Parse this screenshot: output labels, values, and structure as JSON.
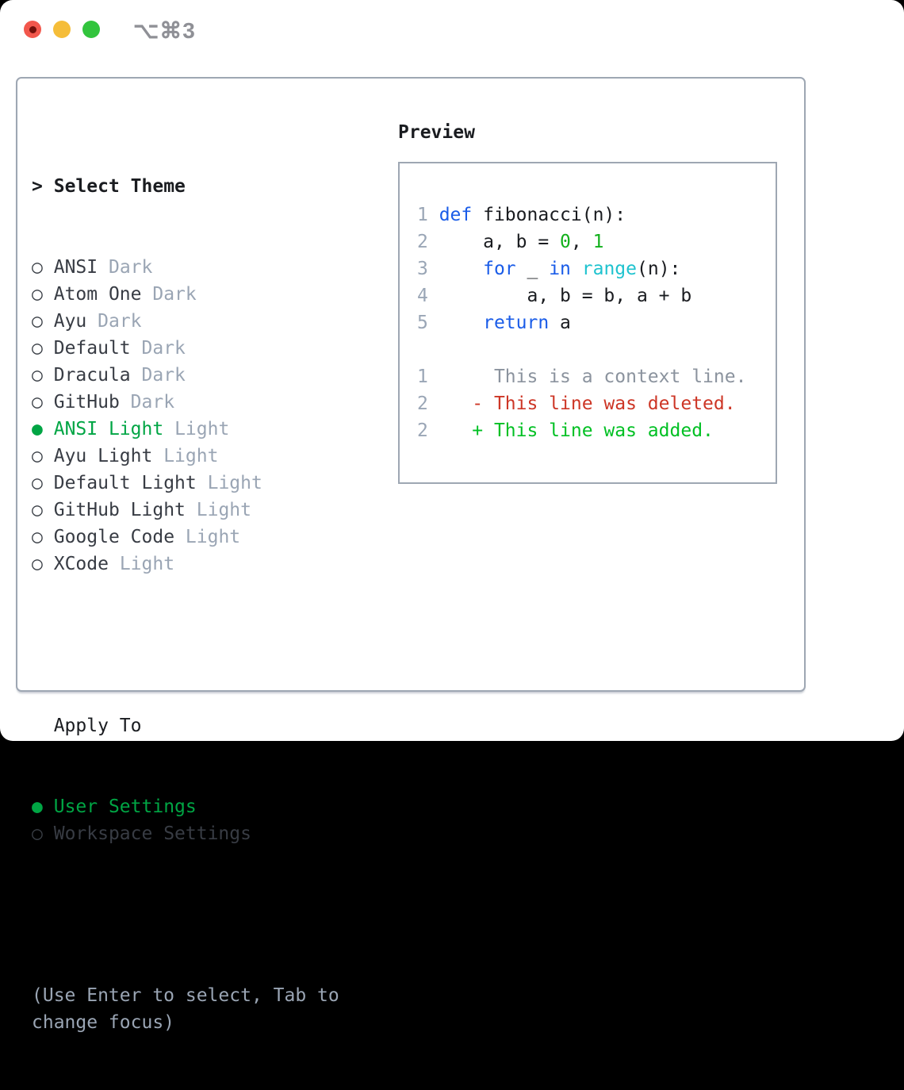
{
  "window": {
    "title": "⌥⌘3"
  },
  "titlebar": {
    "buttons": [
      {
        "name": "close",
        "color": "#f2574c",
        "has_unsaved_dot": true
      },
      {
        "name": "minimize",
        "color": "#f5bd39",
        "has_unsaved_dot": false
      },
      {
        "name": "zoom",
        "color": "#32c43d",
        "has_unsaved_dot": false
      }
    ]
  },
  "theme_picker": {
    "prompt": ">",
    "header": "Select Theme",
    "items": [
      {
        "name": "ANSI",
        "variant": "Dark",
        "selected": false
      },
      {
        "name": "Atom One",
        "variant": "Dark",
        "selected": false
      },
      {
        "name": "Ayu",
        "variant": "Dark",
        "selected": false
      },
      {
        "name": "Default",
        "variant": "Dark",
        "selected": false
      },
      {
        "name": "Dracula",
        "variant": "Dark",
        "selected": false
      },
      {
        "name": "GitHub",
        "variant": "Dark",
        "selected": false
      },
      {
        "name": "ANSI Light",
        "variant": "Light",
        "selected": true
      },
      {
        "name": "Ayu Light",
        "variant": "Light",
        "selected": false
      },
      {
        "name": "Default Light",
        "variant": "Light",
        "selected": false
      },
      {
        "name": "GitHub Light",
        "variant": "Light",
        "selected": false
      },
      {
        "name": "Google Code",
        "variant": "Light",
        "selected": false
      },
      {
        "name": "XCode",
        "variant": "Light",
        "selected": false
      }
    ],
    "radio_unselected": "○",
    "radio_selected": "●",
    "apply_to": {
      "header": "Apply To",
      "options": [
        {
          "label": "User Settings",
          "selected": true
        },
        {
          "label": "Workspace Settings",
          "selected": false
        }
      ]
    },
    "help": "(Use Enter to select, Tab to change focus)"
  },
  "preview": {
    "title": "Preview",
    "code_lines": [
      {
        "number": "1",
        "tokens": [
          {
            "text": "def",
            "type": "kw"
          },
          {
            "text": " fibonacci(n):",
            "type": "t"
          }
        ]
      },
      {
        "number": "2",
        "tokens": [
          {
            "text": "    a, b = ",
            "type": "t"
          },
          {
            "text": "0",
            "type": "num"
          },
          {
            "text": ", ",
            "type": "t"
          },
          {
            "text": "1",
            "type": "num"
          }
        ]
      },
      {
        "number": "3",
        "tokens": [
          {
            "text": "    ",
            "type": "t"
          },
          {
            "text": "for",
            "type": "kw"
          },
          {
            "text": " _ ",
            "type": "t"
          },
          {
            "text": "in",
            "type": "kw"
          },
          {
            "text": " ",
            "type": "t"
          },
          {
            "text": "range",
            "type": "bi"
          },
          {
            "text": "(n):",
            "type": "t"
          }
        ]
      },
      {
        "number": "4",
        "tokens": [
          {
            "text": "        a, b = b, a + b",
            "type": "t"
          }
        ]
      },
      {
        "number": "5",
        "tokens": [
          {
            "text": "    ",
            "type": "t"
          },
          {
            "text": "return",
            "type": "kw"
          },
          {
            "text": " a",
            "type": "t"
          }
        ]
      }
    ],
    "diff_lines": [
      {
        "number": "1",
        "marker": " ",
        "text": "This is a context line.",
        "type": "context"
      },
      {
        "number": "2",
        "marker": "-",
        "text": "This line was deleted.",
        "type": "deleted"
      },
      {
        "number": "2",
        "marker": "+",
        "text": "This line was added.",
        "type": "added"
      }
    ]
  },
  "colors": {
    "accent_green": "#00a544",
    "keyword_blue": "#1a5ce8",
    "number_green": "#12b01c",
    "builtin_cyan": "#1fc3cf",
    "diff_red": "#cd3626",
    "diff_green": "#00c023",
    "muted_gray": "#9aa5b4",
    "border_gray": "#9ea7b3"
  }
}
